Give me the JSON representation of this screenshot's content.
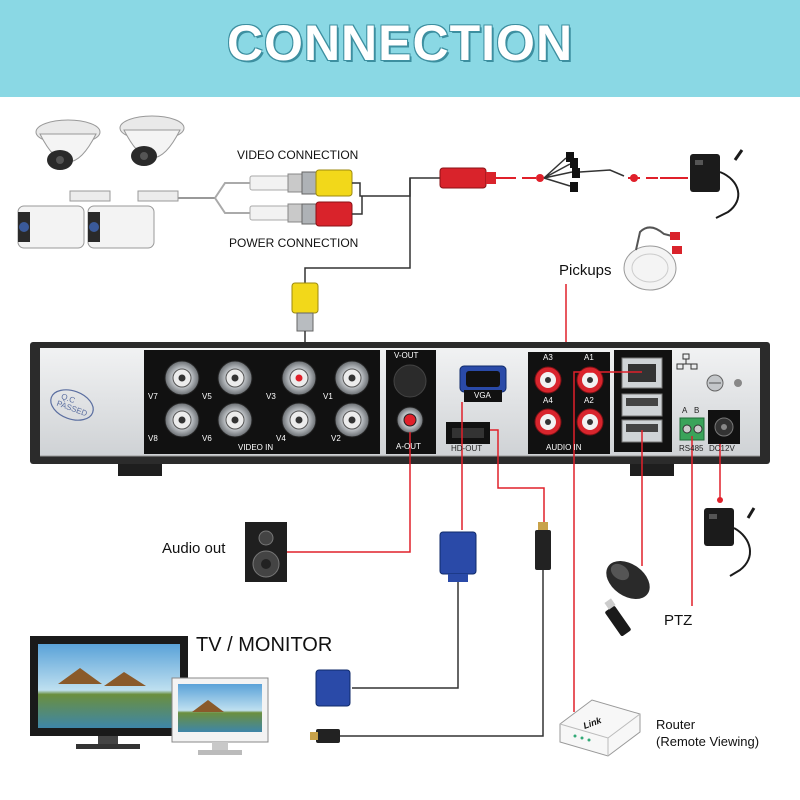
{
  "title": "CONNECTION",
  "labels": {
    "video_connection": "VIDEO CONNECTION",
    "power_connection": "POWER CONNECTION",
    "pickups": "Pickups",
    "audio_out": "Audio out",
    "tv_monitor": "TV / MONITOR",
    "ptz": "PTZ",
    "router": "Router",
    "router_sub": "(Remote Viewing)"
  },
  "dvr_panel": {
    "qc_stamp": [
      "Q.C",
      "PASSED"
    ],
    "video_in": "VIDEO IN",
    "channels": [
      "V7",
      "V5",
      "V3",
      "V1",
      "V8",
      "V6",
      "V4",
      "V2"
    ],
    "v_out": "V-OUT",
    "a_out": "A-OUT",
    "vga": "VGA",
    "hd_out": "HD-OUT",
    "audio_in": "AUDIO IN",
    "audio_channels": [
      "A3",
      "A1",
      "A4",
      "A2"
    ],
    "rs485": "RS485",
    "rs485_pins": [
      "A",
      "B"
    ],
    "dc12v": "DC12V"
  },
  "router_brand": "Link",
  "colors": {
    "banner": "#8ad8e4",
    "signal_line": "#e0202a",
    "cable_line": "#333333",
    "panel": "#e4e6e8",
    "panel_frame": "#2b2b2b"
  }
}
